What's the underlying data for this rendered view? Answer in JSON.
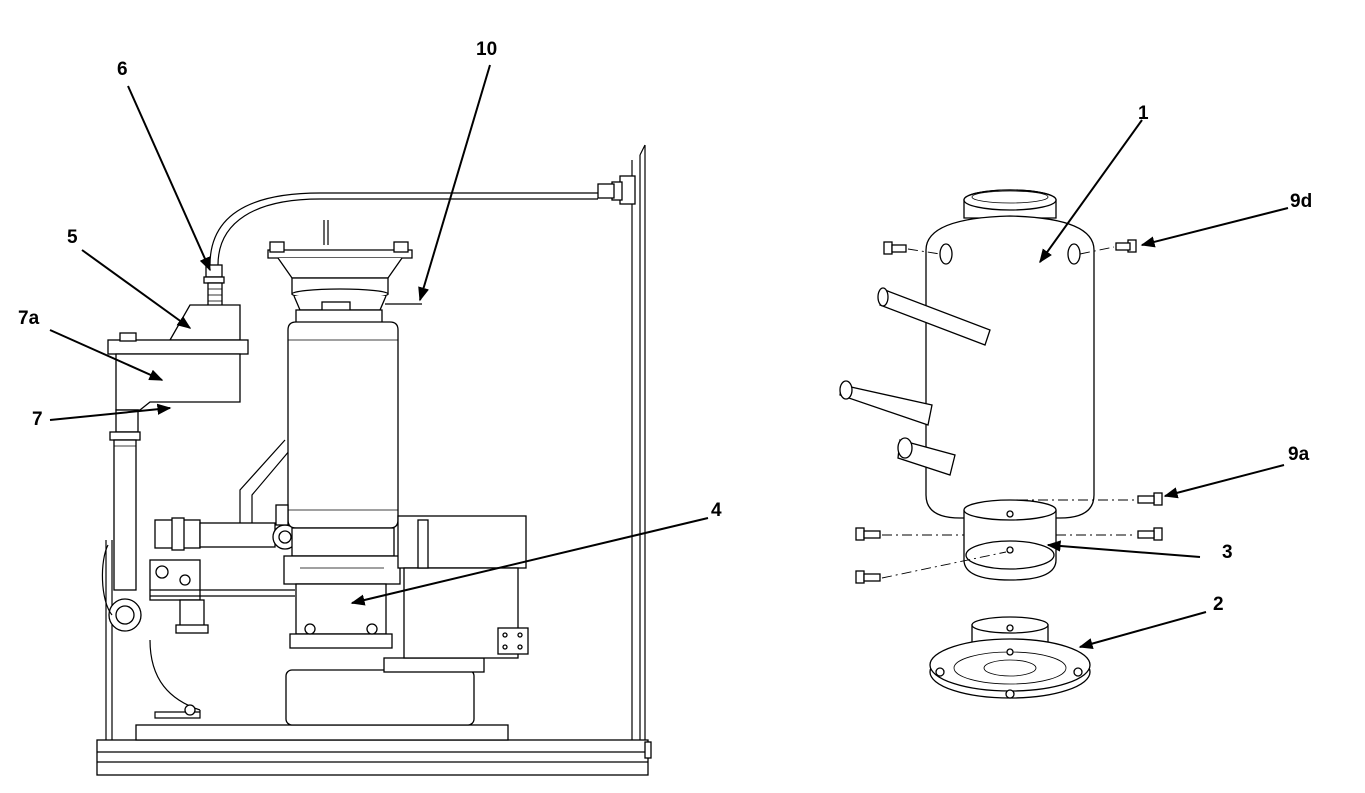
{
  "left_view": {
    "callouts": [
      {
        "id": "callout-6",
        "label": "6"
      },
      {
        "id": "callout-10",
        "label": "10"
      },
      {
        "id": "callout-5",
        "label": "5"
      },
      {
        "id": "callout-7a",
        "label": "7a"
      },
      {
        "id": "callout-7",
        "label": "7"
      },
      {
        "id": "callout-4",
        "label": "4"
      }
    ]
  },
  "right_view": {
    "callouts": [
      {
        "id": "callout-1",
        "label": "1"
      },
      {
        "id": "callout-9d",
        "label": "9d"
      },
      {
        "id": "callout-9a",
        "label": "9a"
      },
      {
        "id": "callout-3",
        "label": "3"
      },
      {
        "id": "callout-2",
        "label": "2"
      }
    ]
  },
  "colors": {
    "line": "#000000",
    "background": "#ffffff"
  }
}
